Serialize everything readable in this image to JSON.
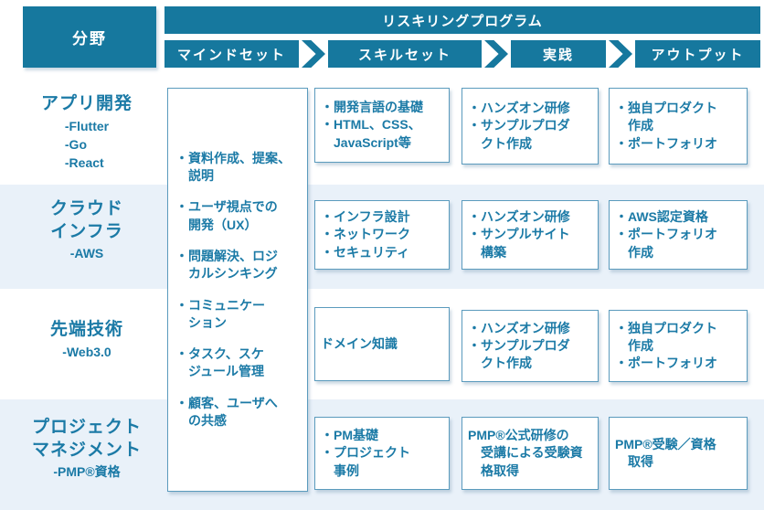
{
  "colors": {
    "teal": "#16789E",
    "text_teal": "#1B7AA6",
    "alt_bg": "#E9F1F9",
    "box_border": "#5B9BBD"
  },
  "header": {
    "field_column_label": "分野",
    "program_title": "リスキリングプログラム",
    "stages": [
      "マインドセット",
      "スキルセット",
      "実践",
      "アウトプット"
    ]
  },
  "mindset": {
    "items": [
      "・資料作成、提案、\n説明",
      "・ユーザ視点での\n開発（UX）",
      "・問題解決、ロジ\nカルシンキング",
      "・コミュニケー\nション",
      "・タスク、スケ\nジュール管理",
      "・顧客、ユーザへ\nの共感"
    ]
  },
  "rows": [
    {
      "field": {
        "title": "アプリ開発",
        "subtitle_lines": "-Flutter\n-Go\n-React"
      },
      "skillset": [
        "・開発言語の基礎",
        "・HTML、CSS、\nJavaScript等"
      ],
      "practice": [
        "・ハンズオン研修",
        "・サンプルプロダ\nクト作成"
      ],
      "output": [
        "・独自プロダクト\n作成",
        "・ポートフォリオ"
      ]
    },
    {
      "field": {
        "title": "クラウド\nインフラ",
        "subtitle_lines": "-AWS"
      },
      "skillset": [
        "・インフラ設計",
        "・ネットワーク",
        "・セキュリティ"
      ],
      "practice": [
        "・ハンズオン研修",
        "・サンプルサイト\n構築"
      ],
      "output": [
        "・AWS認定資格",
        "・ポートフォリオ\n作成"
      ]
    },
    {
      "field": {
        "title": "先端技術",
        "subtitle_lines": "-Web3.0"
      },
      "skillset": [
        "ドメイン知識"
      ],
      "practice": [
        "・ハンズオン研修",
        "・サンプルプロダ\nクト作成"
      ],
      "output": [
        "・独自プロダクト\n作成",
        "・ポートフォリオ"
      ]
    },
    {
      "field": {
        "title": "プロジェクト\nマネジメント",
        "subtitle_lines": "-PMP®資格"
      },
      "skillset": [
        "・PM基礎",
        "・プロジェクト\n事例"
      ],
      "practice": [
        "PMP®公式研修の\n受講による受験資\n格取得"
      ],
      "output": [
        "PMP®受験／資格\n取得"
      ]
    }
  ]
}
